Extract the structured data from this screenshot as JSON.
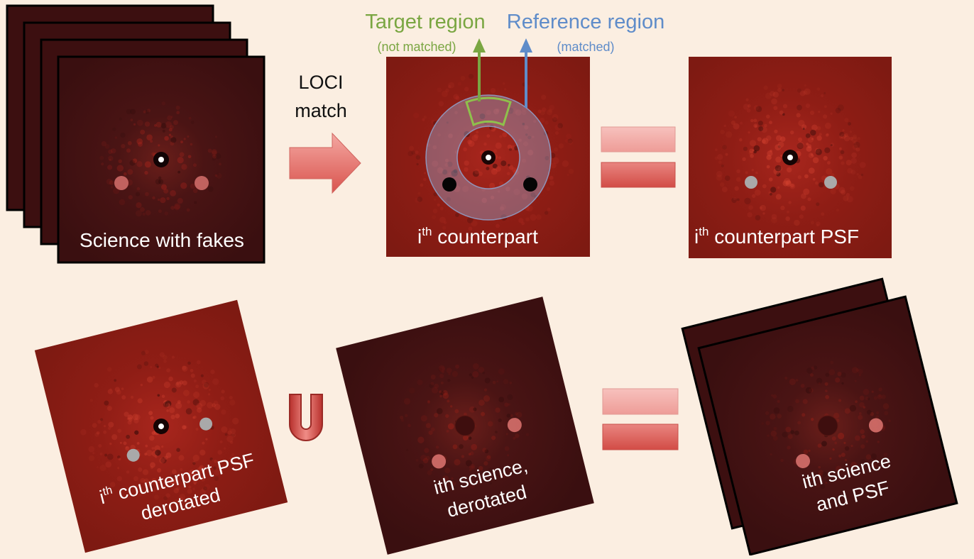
{
  "top_row": {
    "science_label": "Science with fakes",
    "loci_line1": "LOCI",
    "loci_line2": "match",
    "target_region": "Target region",
    "target_note": "(not matched)",
    "reference_region": "Reference region",
    "reference_note": "(matched)",
    "counterpart_prefix": "i",
    "counterpart_sup": "th",
    "counterpart_label": " counterpart",
    "psf_prefix": "i",
    "psf_sup": "th",
    "psf_label": " counterpart PSF"
  },
  "bottom_row": {
    "derot_prefix": "i",
    "derot_sup": "th",
    "derot_line1": " counterpart PSF",
    "derot_line2": "derotated",
    "union_symbol": "U",
    "sci_line1": "ith science,",
    "sci_line2": "derotated",
    "result_line1": "ith science",
    "result_line2": "and PSF"
  },
  "colors": {
    "background": "#fbeee1",
    "frame_dark": "#3c0f10",
    "speckle_red": "#b3251c",
    "target_green": "#7aa642",
    "reference_blue": "#5f8cc9",
    "arrow_salmon": "#e36d6a",
    "equals_light": "#f4aaa6",
    "equals_dark": "#d9514b"
  },
  "icons": [
    "right-arrow-icon",
    "equals-icon",
    "union-icon",
    "up-arrow-icon"
  ]
}
